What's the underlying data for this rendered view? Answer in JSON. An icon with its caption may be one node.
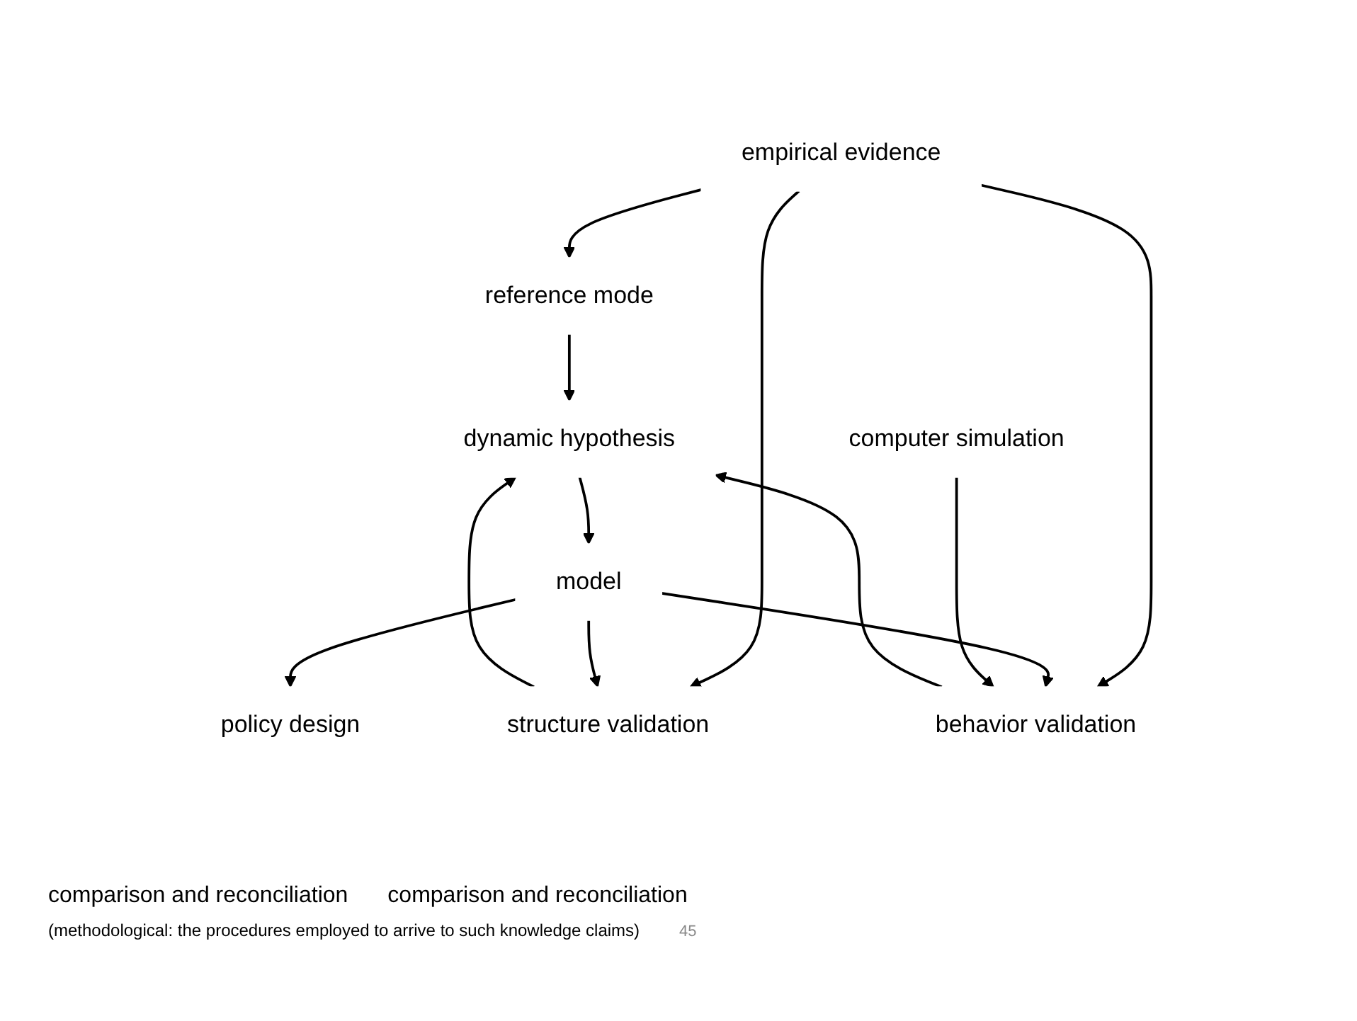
{
  "diagram": {
    "nodes": [
      {
        "text": [
          "empirical evidence"
        ]
      },
      {
        "text": [
          "reference mode"
        ]
      },
      {
        "text": [
          "dynamic hypothesis"
        ]
      },
      {
        "text": [
          "structure validation"
        ]
      },
      {
        "text": [
          "behavior validation"
        ]
      },
      {
        "text": [
          "model"
        ]
      },
      {
        "text": [
          "computer simulation"
        ]
      },
      {
        "text": [
          "policy design"
        ]
      }
    ],
    "edges": [
      {
        "from": 0,
        "to": 1,
        "arrow": "to"
      },
      {
        "from": 1,
        "to": 2,
        "arrow": "to"
      },
      {
        "from": 0,
        "to": 3,
        "arrow": "to"
      },
      {
        "from": 0,
        "to": 4,
        "arrow": "to"
      },
      {
        "from": 3,
        "to": 2,
        "arrow": "to"
      },
      {
        "from": 4,
        "to": 2,
        "arrow": "to"
      },
      {
        "from": 2,
        "to": 5,
        "arrow": "to"
      },
      {
        "from": 5,
        "to": 3,
        "arrow": "to"
      },
      {
        "from": 5,
        "to": 4,
        "arrow": "to"
      },
      {
        "from": 6,
        "to": 4,
        "arrow": "to"
      },
      {
        "from": 5,
        "to": 7,
        "arrow": "to"
      }
    ],
    "labels": [
      "comparison and reconciliation",
      "comparison and reconciliation",
      "(methodological: the procedures employed to arrive to such knowledge claims)",
      "45"
    ]
  }
}
